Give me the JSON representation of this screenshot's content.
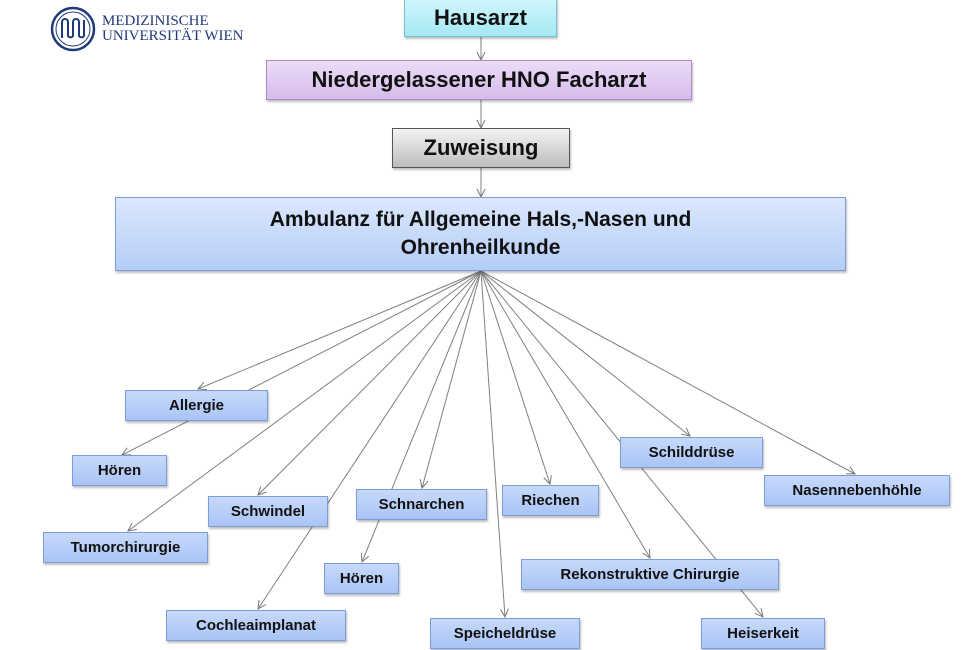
{
  "logo": {
    "line1": "MEDIZINISCHE",
    "line2": "UNIVERSITÄT WIEN",
    "color": "#1f3a78"
  },
  "flow": {
    "hausarzt": "Hausarzt",
    "facharzt": "Niedergelassener HNO Facharzt",
    "zuweisung": "Zuweisung",
    "ambulanz_line1": "Ambulanz für Allgemeine Hals,-Nasen und",
    "ambulanz_line2": "Ohrenheilkunde"
  },
  "nodes": {
    "allergie": "Allergie",
    "hoeren1": "Hören",
    "tumorchirurgie": "Tumorchirurgie",
    "schwindel": "Schwindel",
    "cochleaimplanat": "Cochleaimplanat",
    "schnarchen": "Schnarchen",
    "hoeren2": "Hören",
    "speicheldruese": "Speicheldrüse",
    "riechen": "Riechen",
    "schilddruese": "Schilddrüse",
    "nasennebenhoehle": "Nasennebenhöhle",
    "rekonstruktive": "Rekonstruktive Chirurgie",
    "heiserkeit": "Heiserkeit"
  }
}
